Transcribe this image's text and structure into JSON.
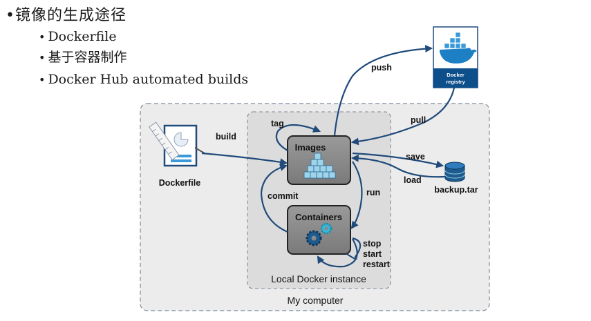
{
  "heading": "镜像的生成途径",
  "bullets": [
    "Dockerfile",
    "基于容器制作",
    "Docker Hub automated builds"
  ],
  "diagram": {
    "outer_label": "My computer",
    "inner_label": "Local Docker instance",
    "images_label": "Images",
    "containers_label": "Containers",
    "dockerfile_label": "Dockerfile",
    "backup_label": "backup.tar",
    "registry_label_1": "Docker",
    "registry_label_2": "registry",
    "arrows": {
      "build": "build",
      "tag": "tag",
      "push": "push",
      "pull": "pull",
      "save": "save",
      "load": "load",
      "run": "run",
      "commit": "commit",
      "stop": "stop",
      "start": "start",
      "restart": "restart"
    }
  },
  "colors": {
    "arrow": "#1f4a7a",
    "outer_box": "#eaeaea",
    "inner_box": "#d9d9d9",
    "node_fill": "#8a8a8a",
    "registry_blue": "#0d4f8b"
  }
}
